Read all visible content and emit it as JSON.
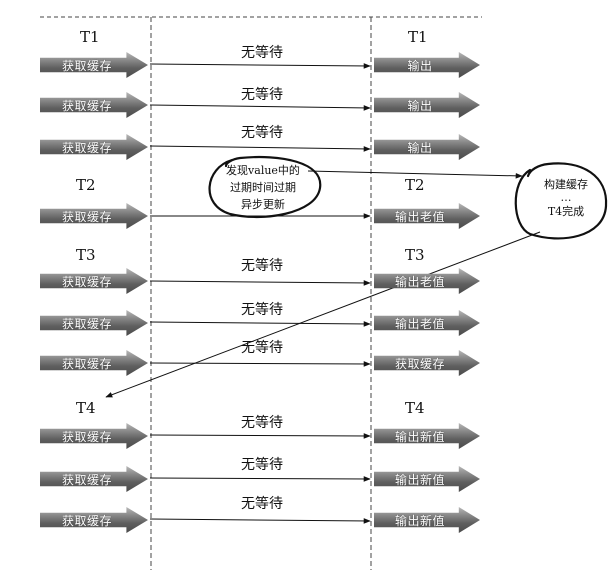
{
  "labels": {
    "t1": "T1",
    "t2": "T2",
    "t3": "T3",
    "t4": "T4"
  },
  "actions": {
    "get_cache": "获取缓存",
    "output": "输出",
    "output_old": "输出老值",
    "output_new": "输出新值",
    "no_wait": "无等待"
  },
  "notes": {
    "expired_line1": "发现value中的",
    "expired_line2": "过期时间过期",
    "expired_line3": "异步更新",
    "build_line1": "构建缓存",
    "build_line2": "…",
    "build_line3": "T4完成"
  },
  "watermark": "",
  "colors": {
    "line": "#111111",
    "arrow_dark": "#4a4a4a",
    "arrow_light": "#b9b9b9"
  }
}
